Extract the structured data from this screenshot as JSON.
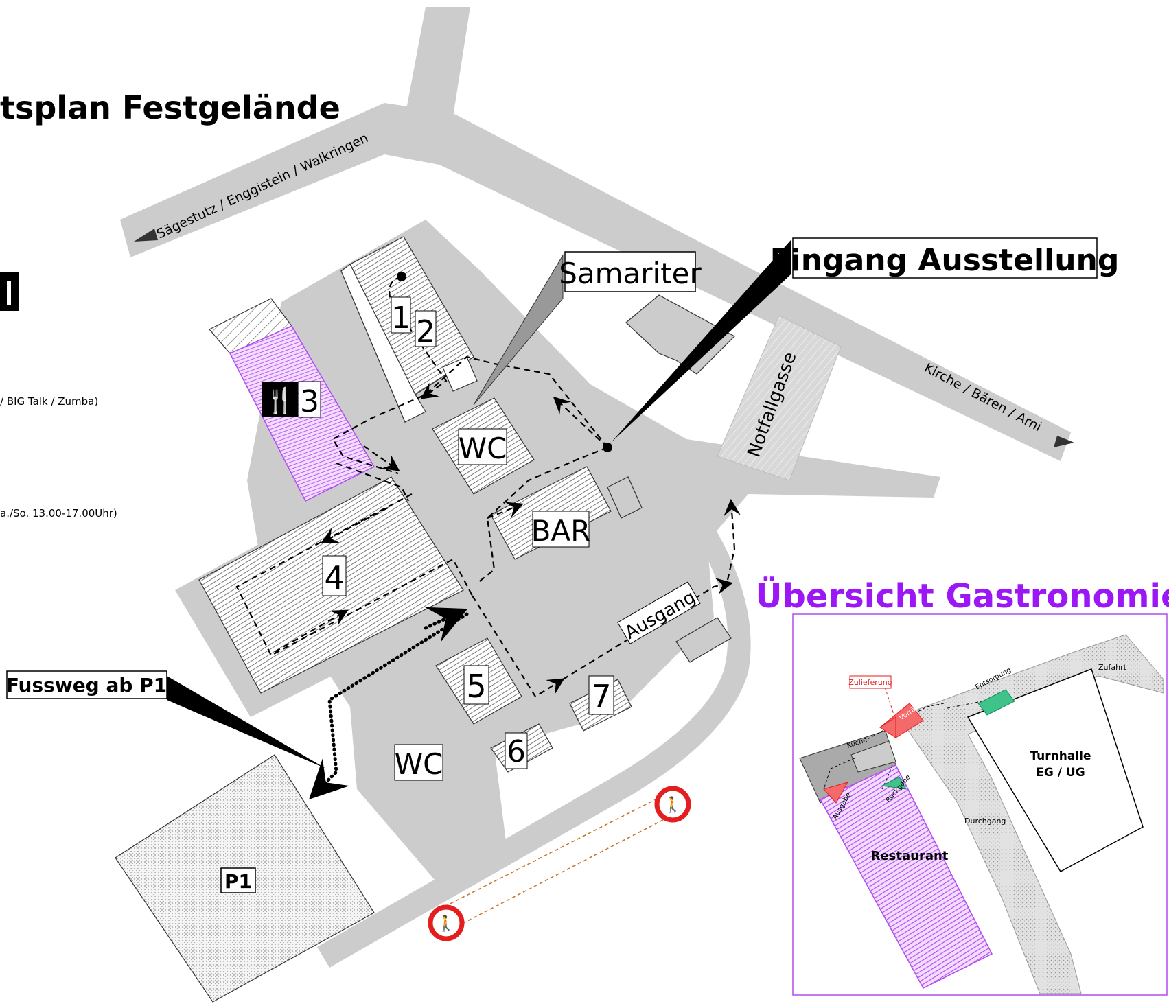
{
  "map": {
    "title": "tsplan Festgelände",
    "left_texts": [
      "/ BIG Talk / Zumba)",
      "a./So. 13.00-17.00Uhr)"
    ],
    "roads": {
      "north_west": "Sägestutz / Enggistein / Walkringen",
      "east": "Kirche / Bären / Arni",
      "fire_lane": "Notfallgasse"
    },
    "callouts": {
      "samariter": "Samariter",
      "entrance": "Eingang Ausstellung",
      "footpath": "Fussweg ab P1"
    },
    "labels": {
      "n1": "1",
      "n2": "2",
      "n3": "3",
      "n4": "4",
      "n5": "5",
      "n6": "6",
      "n7": "7",
      "wc_top": "WC",
      "wc_bottom": "WC",
      "bar": "BAR",
      "exit": "Ausgang",
      "parking": "P1"
    },
    "colors": {
      "road": "#cccccc",
      "purple": "#b14cf0",
      "purple_title": "#9b17f5",
      "red": "#e41e1e",
      "green": "#3fc38a",
      "salmon": "#f46a6a"
    }
  },
  "gastro": {
    "title": "Übersicht Gastronomie",
    "labels": {
      "zulieferung": "Zulieferung",
      "vorraete": "Vorräte",
      "entsorgung": "Entsorgung",
      "zufahrt": "Zufahrt",
      "kueche": "Küche",
      "ausgabe": "Ausgabe",
      "rueckgabe": "Rückgabe",
      "durchgang": "Durchgang",
      "restaurant": "Restaurant",
      "turnhalle_1": "Turnhalle",
      "turnhalle_2": "EG / UG"
    }
  }
}
